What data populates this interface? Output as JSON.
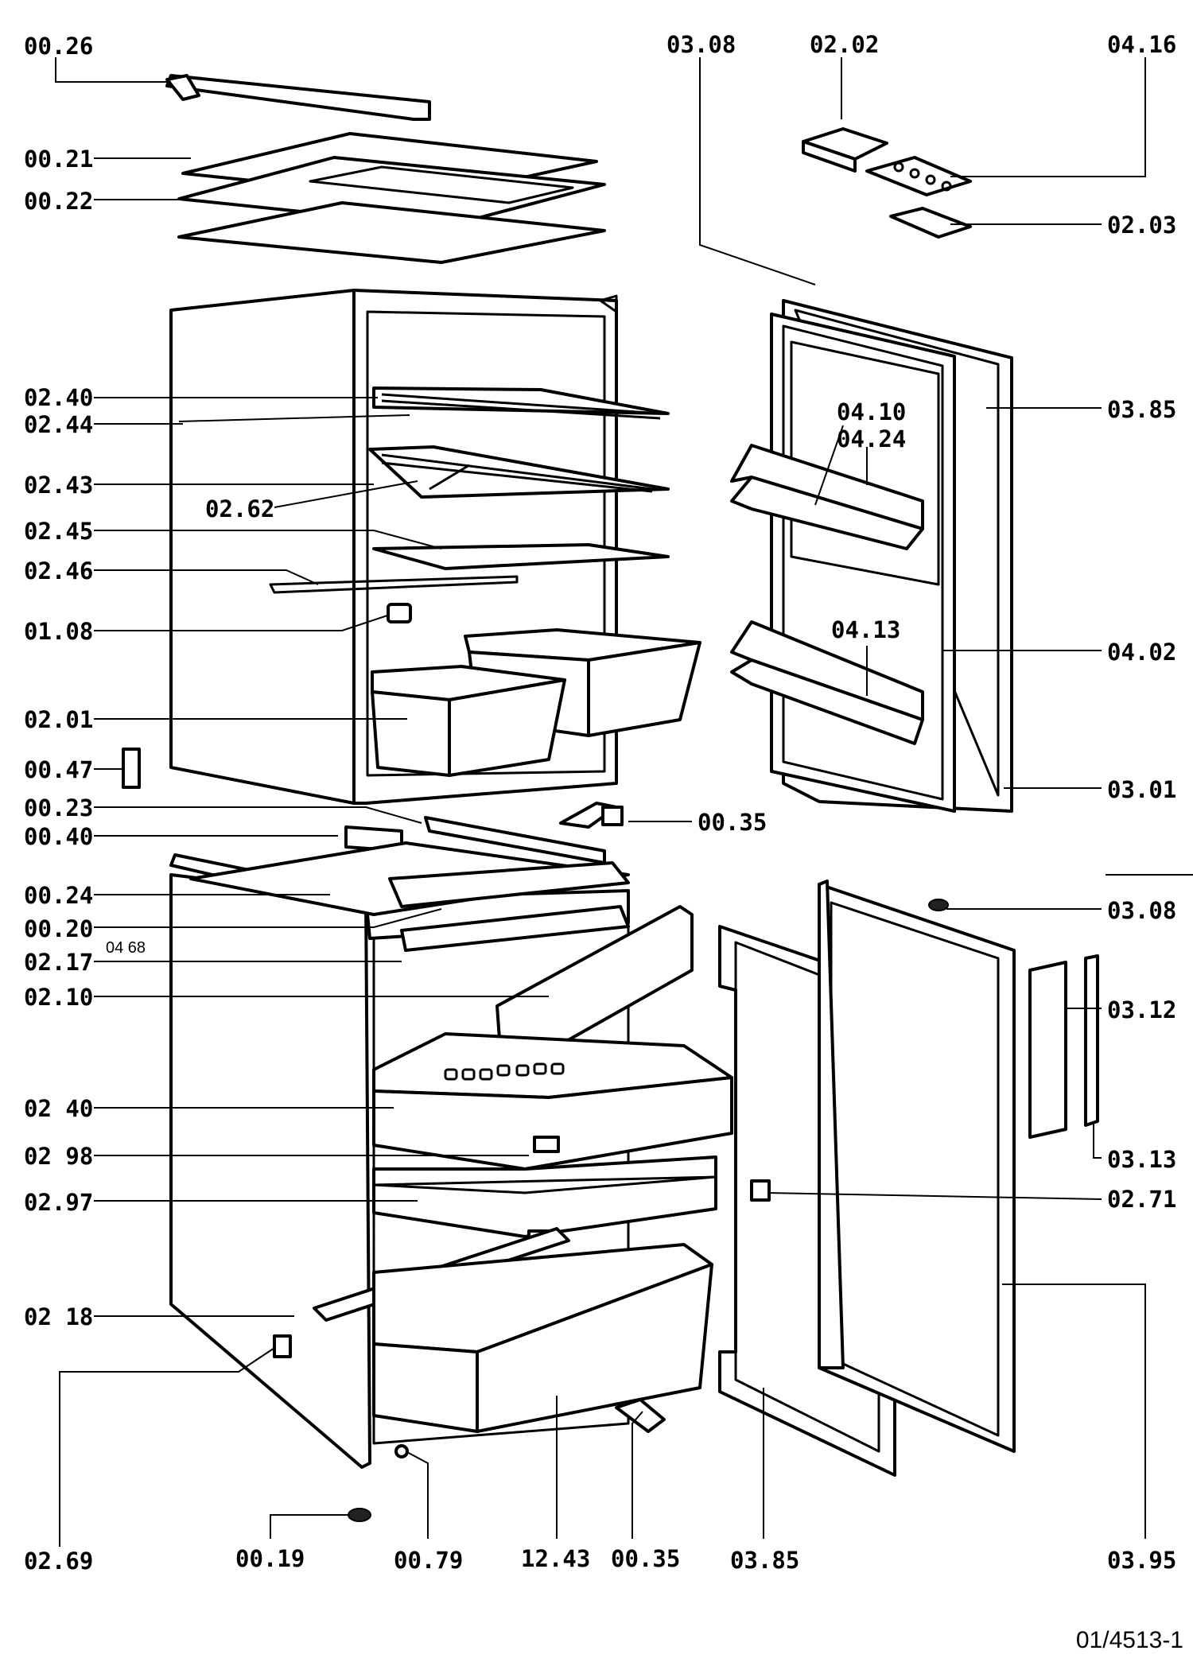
{
  "labels": {
    "l0026": "00.26",
    "l0021": "00.21",
    "l0022": "00.22",
    "l0308_top": "03.08",
    "l0202": "02.02",
    "l0416": "04.16",
    "l0203": "02.03",
    "l0240_top": "02.40",
    "l0244": "02.44",
    "l0243": "02.43",
    "l0262": "02.62",
    "l0245": "02.45",
    "l0246": "02.46",
    "l0108": "01.08",
    "l0201": "02.01",
    "l0047": "00.47",
    "l0023": "00.23",
    "l0040": "00.40",
    "l0035_mid": "00.35",
    "l0410": "04.10",
    "l0424": "04.24",
    "l0385_top": "03.85",
    "l0413": "04.13",
    "l0402": "04.02",
    "l0301": "03.01",
    "l0024": "00.24",
    "l0020": "00.20",
    "l0468": "04 68",
    "l0217": "02.17",
    "l0210": "02.10",
    "l0308_mid": "03.08",
    "l0312": "03.12",
    "l0240_low": "02 40",
    "l0298": "02 98",
    "l0313": "03.13",
    "l0297": "02.97",
    "l0271": "02.71",
    "l0218": "02 18",
    "l0269": "02.69",
    "l0019": "00.19",
    "l0079": "00.79",
    "l1243": "12.43",
    "l0035_low": "00.35",
    "l0385_low": "03.85",
    "l0395": "03.95"
  },
  "reference": "01/4513-1"
}
